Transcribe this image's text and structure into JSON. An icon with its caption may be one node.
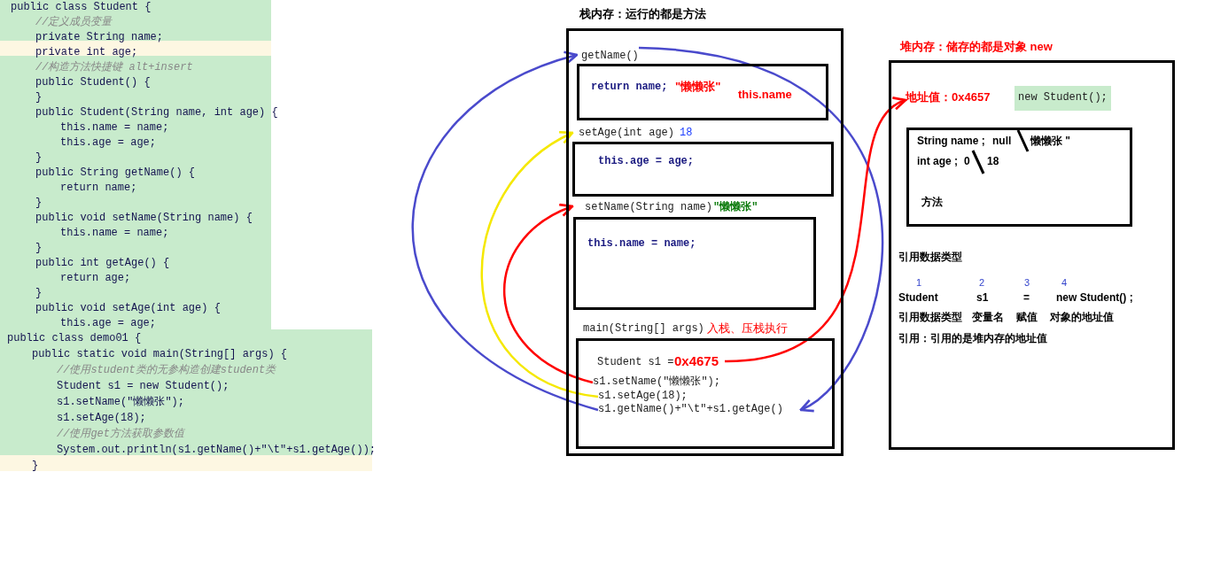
{
  "diagram": {
    "nodes": [
      {
        "text": [
          "栈内存：运行的都是方法"
        ]
      },
      {
        "text": [
          "getName()",
          "return name;",
          "\"懒懒张\"",
          "this.name"
        ],
        "in": 0
      },
      {
        "text": [
          "setAge(int age)",
          "18",
          "this.age = age;"
        ],
        "in": 0
      },
      {
        "text": [
          "setName(String name)",
          "\"懒懒张\"",
          "this.name = name;"
        ],
        "in": 0
      },
      {
        "text": [
          "main(String[] args)",
          "入栈、压栈执行"
        ],
        "in": 0
      },
      {
        "text": [
          "Student s1 =",
          "0x4675"
        ],
        "in": 4
      },
      {
        "text": [
          "s1.setName(\"懒懒张\");"
        ],
        "in": 4
      },
      {
        "text": [
          "s1.setAge(18);"
        ],
        "in": 4
      },
      {
        "text": [
          "s1.getName()+\"\\t\"+s1.getAge()"
        ],
        "in": 4
      },
      {
        "text": [
          "堆内存：储存的都是对象 new"
        ]
      },
      {
        "text": [
          "地址值：0x4657"
        ],
        "in": 9
      },
      {
        "text": [
          "new Student();"
        ],
        "in": 9
      },
      {
        "text": [
          "String name ;",
          "null",
          "懒懒张 \"",
          "int age ;",
          "0",
          "18",
          "方法"
        ],
        "in": 9
      }
    ],
    "edges": [
      {
        "from": 6,
        "to": 3,
        "arrow": "to",
        "color": "#ff0000"
      },
      {
        "from": 7,
        "to": 2,
        "arrow": "to",
        "color": "#f5e800"
      },
      {
        "from": 8,
        "to": 1,
        "arrow": "to",
        "color": "#4a4acc"
      },
      {
        "from": 1,
        "to": 8,
        "arrow": "to",
        "color": "#4a4acc"
      },
      {
        "from": 5,
        "to": 10,
        "arrow": "to",
        "color": "#ff0000"
      }
    ],
    "labels": [
      "public class Student {",
      "//定义成员变量",
      "private String name;",
      "private int age;",
      "//构造方法快捷键 alt+insert",
      "public Student() {",
      "}",
      "public Student(String name, int age) {",
      "this.name = name;",
      "this.age = age;",
      "}",
      "public String getName() {",
      "return name;",
      "}",
      "public void setName(String name) {",
      "this.name = name;",
      "}",
      "public int getAge() {",
      "return age;",
      "}",
      "public void setAge(int age) {",
      "this.age = age;",
      "public class demo01 {",
      "public static void main(String[] args) {",
      "//使用student类的无参构造创建student类",
      "Student s1 = new Student();",
      "s1.setName(\"懒懒张\");",
      "s1.setAge(18);",
      "//使用get方法获取参数值",
      "System.out.println(s1.getName()+\"\\t\"+s1.getAge());",
      "}",
      "引用数据类型",
      "1",
      "2",
      "3",
      "4",
      "Student",
      "s1",
      "=",
      "new Student() ;",
      "引用数据类型",
      "变量名",
      "赋值",
      "对象的地址值",
      "引用：引用的是堆内存的地址值"
    ]
  }
}
